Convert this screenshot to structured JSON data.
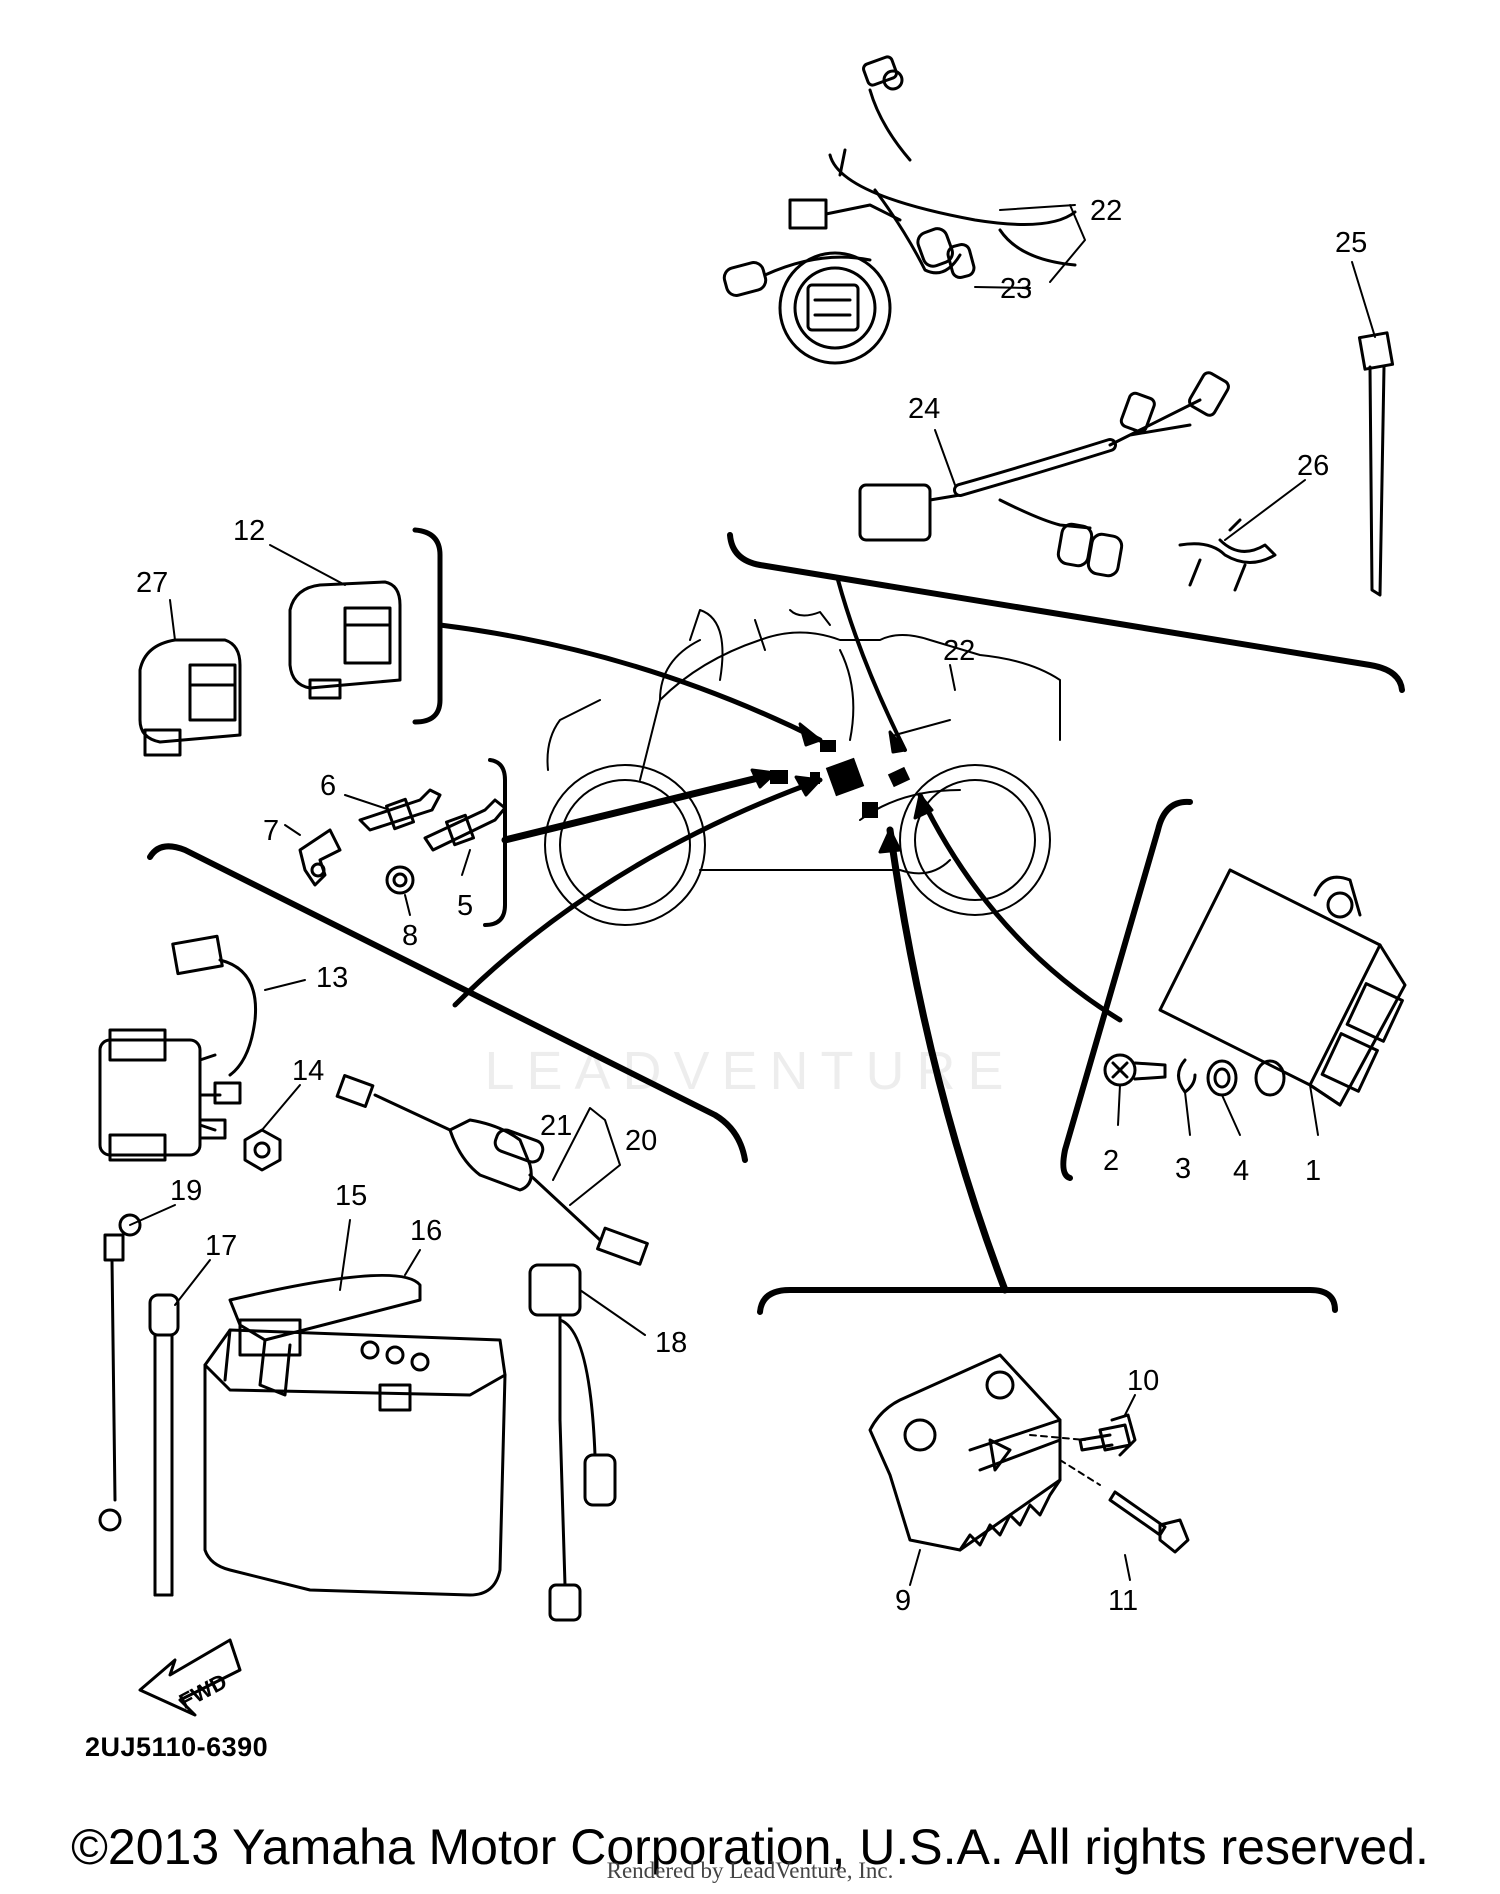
{
  "diagram": {
    "callouts": {
      "c1": "1",
      "c2": "2",
      "c3": "3",
      "c4": "4",
      "c5": "5",
      "c6": "6",
      "c7": "7",
      "c8": "8",
      "c9": "9",
      "c10": "10",
      "c11": "11",
      "c12": "12",
      "c13": "13",
      "c14": "14",
      "c15": "15",
      "c16": "16",
      "c17": "17",
      "c18": "18",
      "c19": "19",
      "c20": "20",
      "c21": "21",
      "c22a": "22",
      "c22b": "22",
      "c23": "23",
      "c24": "24",
      "c25": "25",
      "c26": "26",
      "c27": "27"
    },
    "fwd_label": "FWD",
    "part_code": "2UJ5110-6390"
  },
  "watermark": {
    "text": "LEADVENTURE"
  },
  "footer": {
    "copyright": "©2013 Yamaha Motor Corporation, U.S.A. All rights reserved.",
    "rendered": "Rendered by LeadVenture, Inc."
  },
  "colors": {
    "line": "#000000",
    "background": "#ffffff"
  }
}
